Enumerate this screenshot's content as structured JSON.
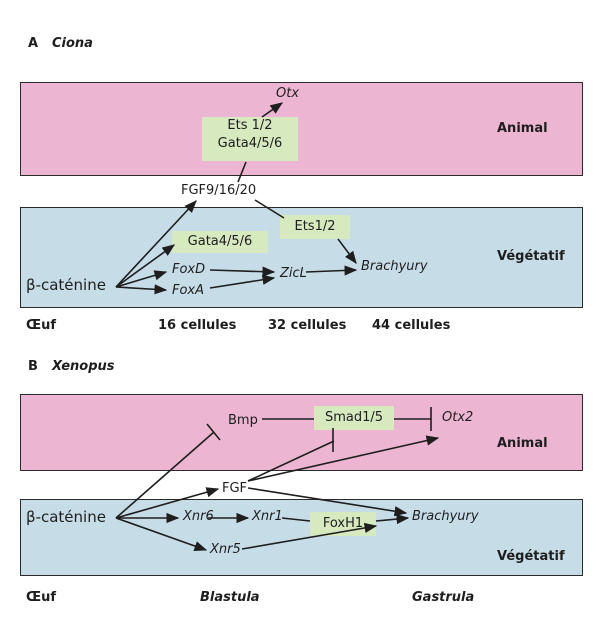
{
  "panel_a": {
    "letter": "A",
    "species": "Ciona",
    "regions": {
      "animal": "Animal",
      "vegetal": "Végétatif"
    },
    "nodes": {
      "otx": "Otx",
      "ets_gata_line1": "Ets 1/2",
      "ets_gata_line2": "Gata4/5/6",
      "fgf": "FGF9/16/20",
      "gata": "Gata4/5/6",
      "ets": "Ets1/2",
      "beta_catenin": "β-caténine",
      "foxd": "FoxD",
      "foxa": "FoxA",
      "zicl": "ZicL",
      "brachyury": "Brachyury"
    },
    "stages": [
      "Œuf",
      "16 cellules",
      "32 cellules",
      "44 cellules"
    ]
  },
  "panel_b": {
    "letter": "B",
    "species": "Xenopus",
    "regions": {
      "animal": "Animal",
      "vegetal": "Végétatif"
    },
    "nodes": {
      "bmp": "Bmp",
      "smad": "Smad1/5",
      "otx2": "Otx2",
      "fgf": "FGF",
      "beta_catenin": "β-caténine",
      "xnr6": "Xnr6",
      "xnr1": "Xnr1",
      "foxh1": "FoxH1",
      "brachyury": "Brachyury",
      "xnr5": "Xnr5"
    },
    "stages": [
      "Œuf",
      "Blastula",
      "Gastrula"
    ]
  },
  "colors": {
    "animal_band": "#ecb6d2",
    "vegetal_band": "#c6dde8",
    "factor_box": "#d6e9bf"
  }
}
